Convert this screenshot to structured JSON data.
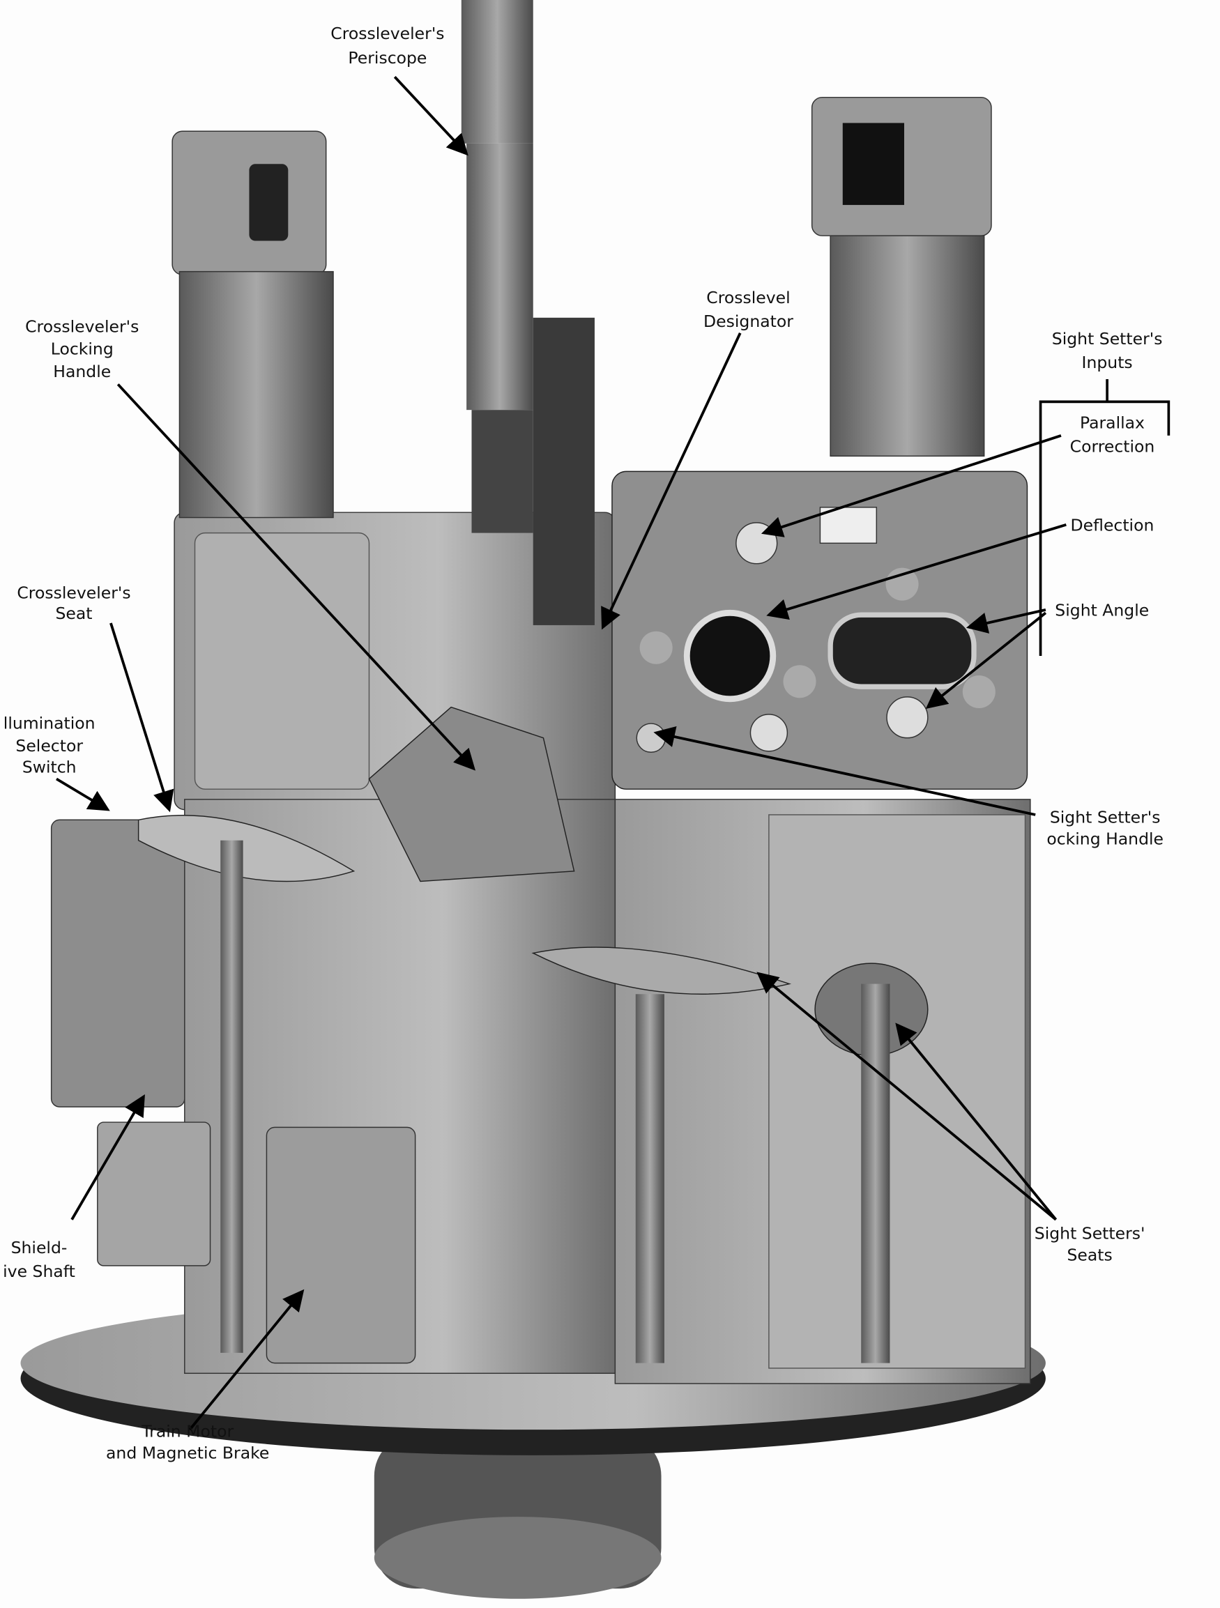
{
  "labels": {
    "periscope": [
      "Crossleveler's",
      "Periscope"
    ],
    "designator": [
      "Crosslevel",
      "Designator"
    ],
    "locking_handle": [
      "Crossleveler's",
      "Locking",
      "Handle"
    ],
    "inputs": [
      "Sight Setter's",
      "Inputs"
    ],
    "parallax": [
      "Parallax",
      "Correction"
    ],
    "deflection": [
      "Deflection"
    ],
    "sight_angle": [
      "Sight Angle"
    ],
    "seat": [
      "Crossleveler's",
      "Seat"
    ],
    "illumination": [
      "llumination",
      "Selector",
      "Switch"
    ],
    "setter_locking": [
      "Sight Setter's",
      "ocking Handle"
    ],
    "setters_seats": [
      "Sight Setters'",
      "Seats"
    ],
    "shield_shaft": [
      "Shield-",
      "ive Shaft"
    ],
    "train_motor": [
      "Train Motor",
      "and Magnetic Brake"
    ]
  },
  "colors": {
    "metal_dark": "#3a3a3a",
    "metal_mid": "#8a8a8a",
    "metal_light": "#c9c9c9",
    "ink": "#111111"
  }
}
